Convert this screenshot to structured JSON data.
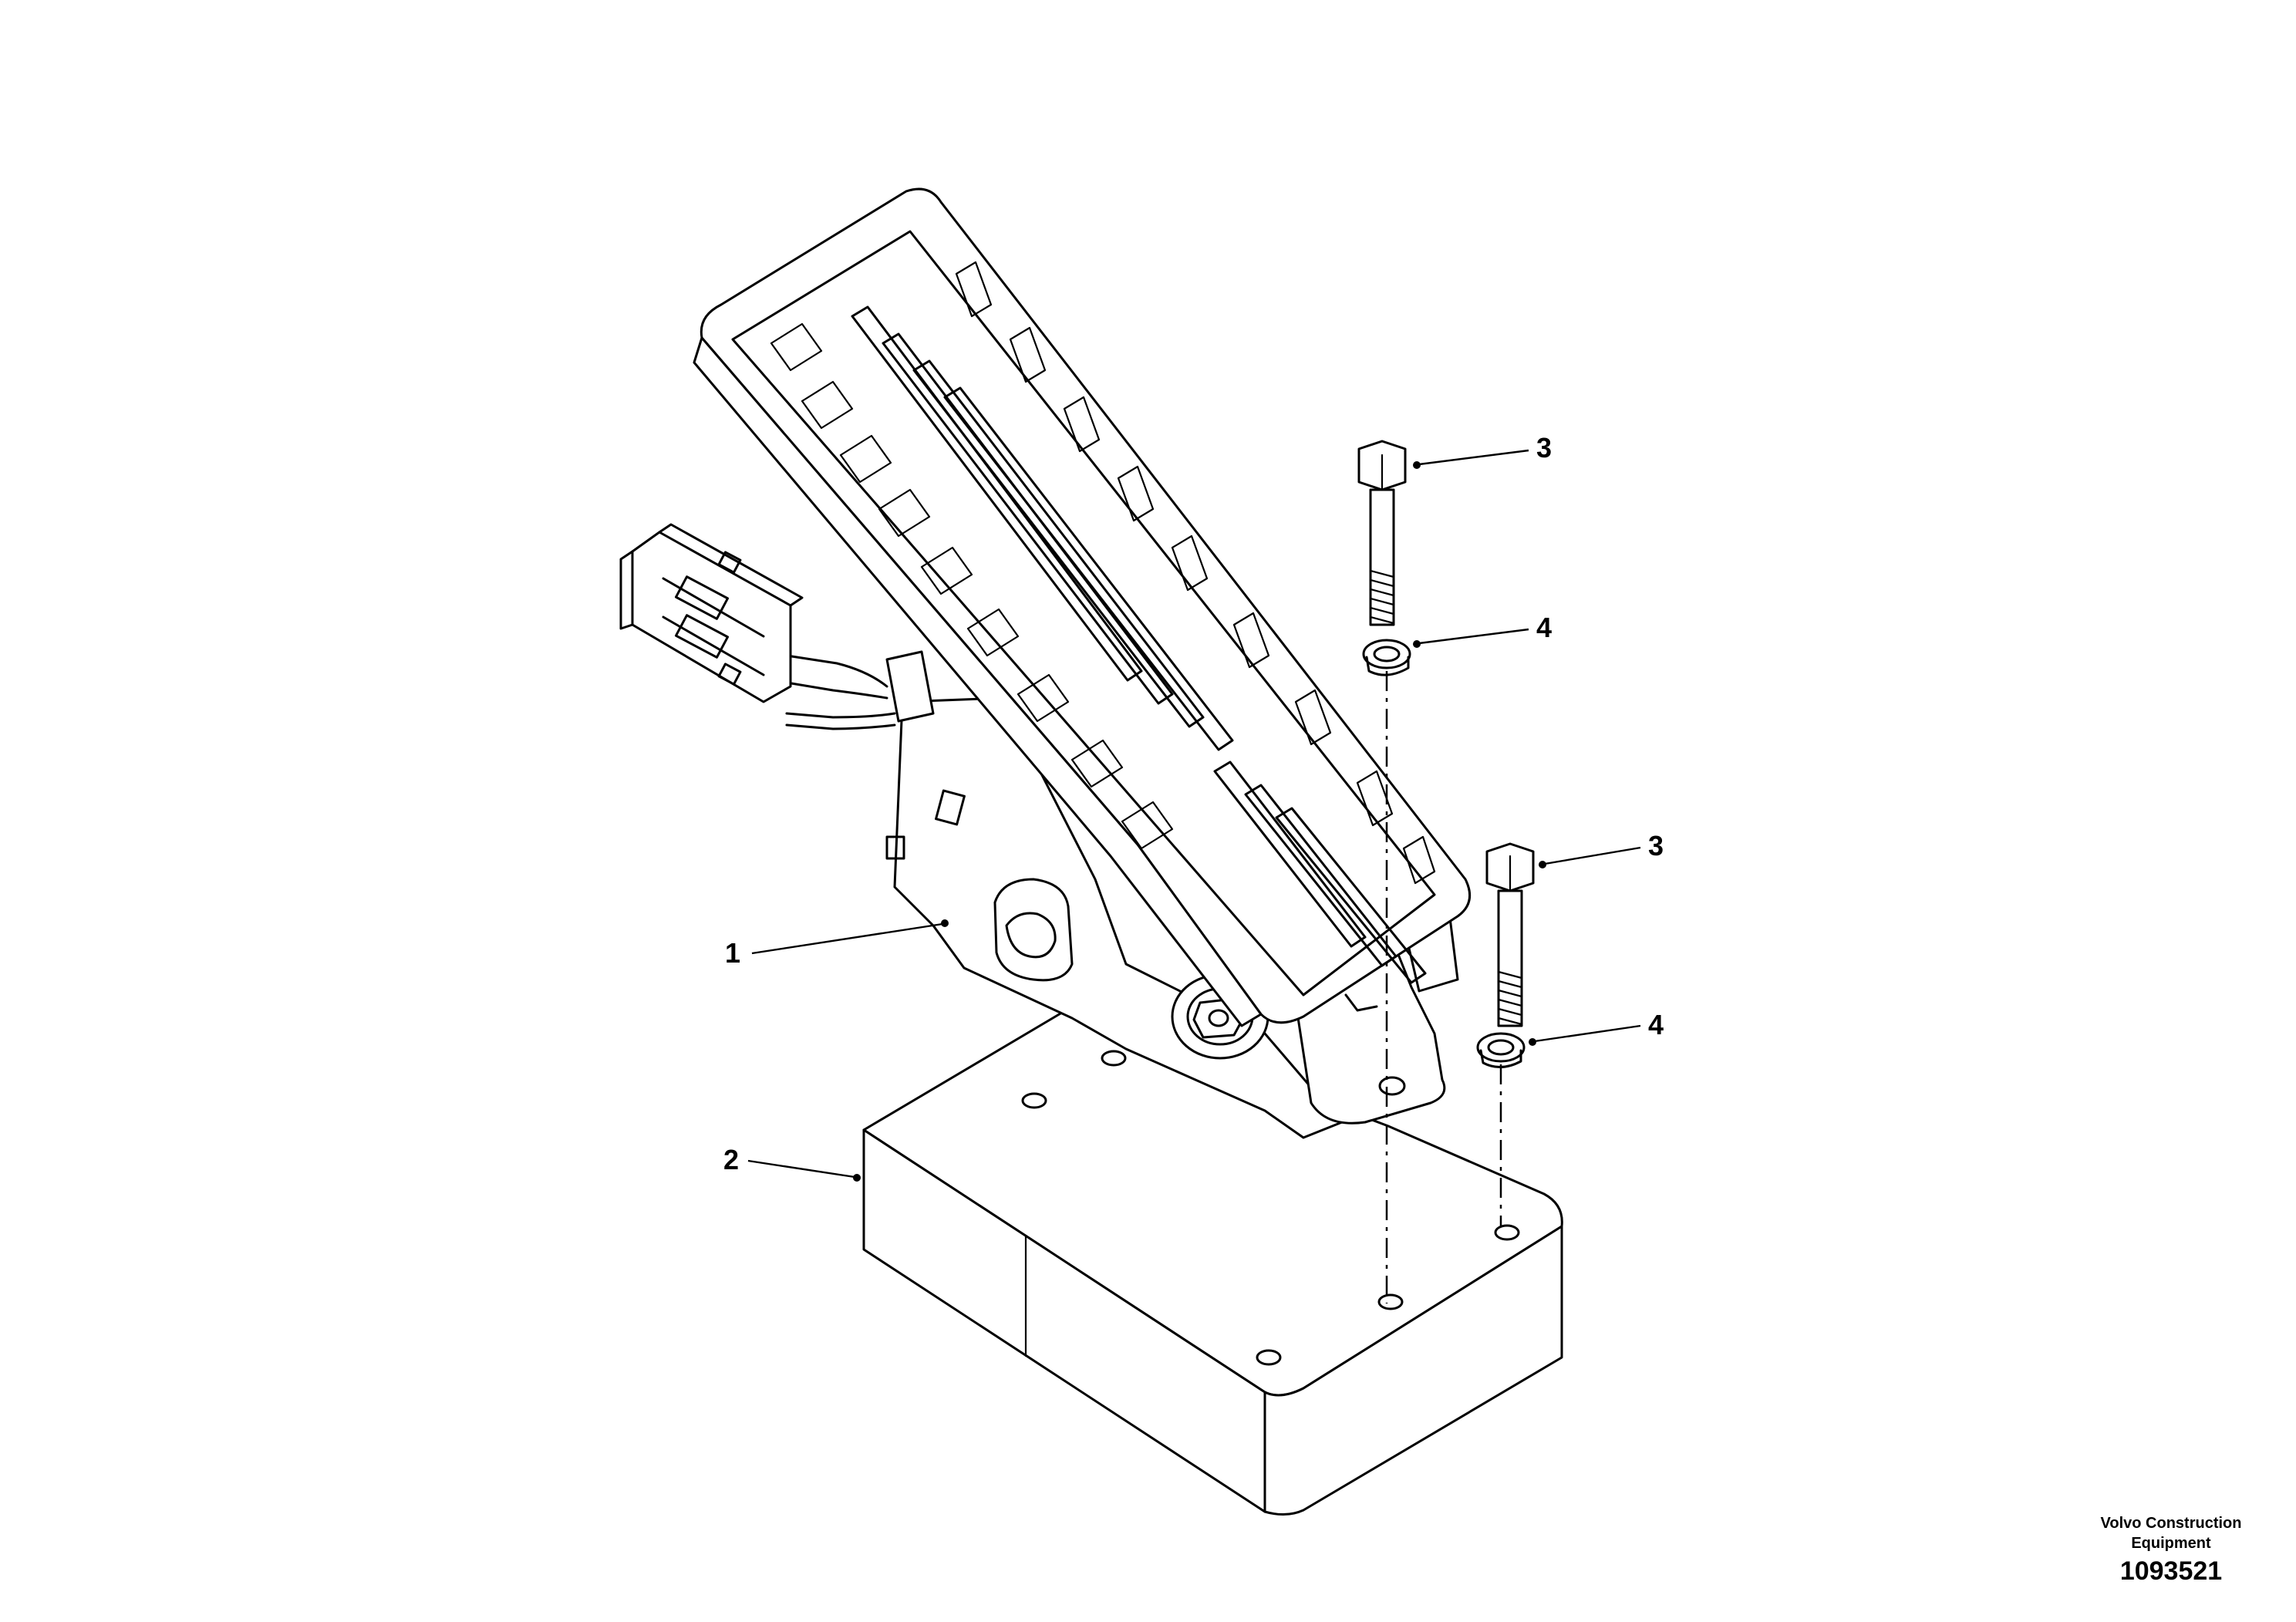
{
  "callouts": [
    {
      "label": "1",
      "part": "pedal"
    },
    {
      "label": "2",
      "part": "bracket"
    },
    {
      "label": "3",
      "part": "screw-upper"
    },
    {
      "label": "4",
      "part": "washer-upper"
    },
    {
      "label": "3",
      "part": "screw-lower"
    },
    {
      "label": "4",
      "part": "washer-lower"
    }
  ],
  "footer": {
    "brand_line1": "Volvo Construction",
    "brand_line2": "Equipment",
    "doc_number": "1093521"
  }
}
